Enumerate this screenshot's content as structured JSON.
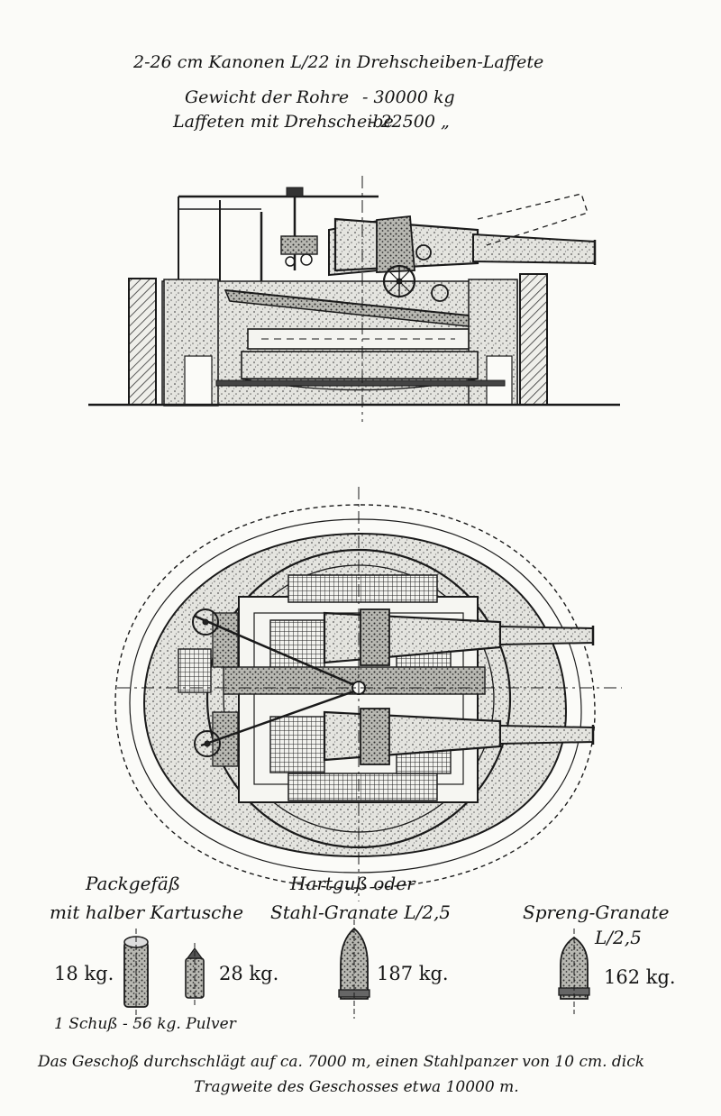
{
  "header": {
    "title": "2-26 cm Kanonen L/22 in Drehscheiben-Laffete",
    "weight_barrels_label": "Gewicht der Rohre",
    "weight_barrels_value": "- 30000 kg",
    "weight_carriage_label": "Laffeten mit Drehscheibe",
    "weight_carriage_value": "- 22500 „"
  },
  "ammo": {
    "cartridge": {
      "label_1": "Packgefäß",
      "label_2": "mit halber Kartusche",
      "weight_1": "18 kg.",
      "weight_2": "28 kg."
    },
    "shell_ap": {
      "label_1": "Hartguß oder",
      "label_2": "Stahl-Granate L/2,5",
      "weight": "187 kg."
    },
    "shell_he": {
      "label_1": "Spreng-Granate",
      "label_2": "L/2,5",
      "weight": "162 kg."
    }
  },
  "footer": {
    "powder": "1 Schuß - 56 kg. Pulver",
    "penetration": "Das Geschoß durchschlägt auf ca. 7000 m, einen Stahlpanzer von 10 cm. dick",
    "range": "Tragweite des Geschosses etwa 10000 m."
  }
}
